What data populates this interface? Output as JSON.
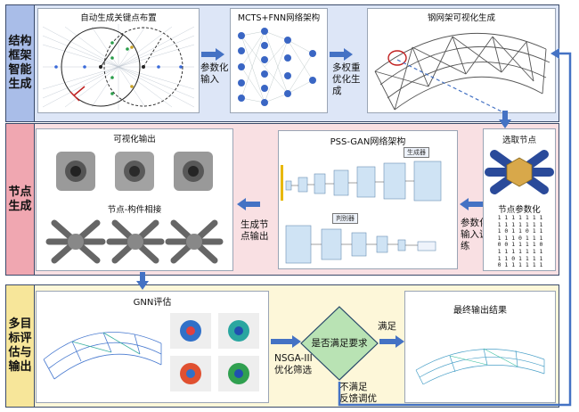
{
  "rows": {
    "structure": {
      "label": "结构\n框架\n智能\n生成"
    },
    "node": {
      "label": "节点\n生成"
    },
    "eval": {
      "label": "多目\n标评\n估与\n输出"
    }
  },
  "panels": {
    "keypoint_layout": {
      "title": "自动生成关键点布置"
    },
    "mcts_fnn": {
      "title": "MCTS+FNN网络架构"
    },
    "steel_visual": {
      "title": "钢网架可视化生成"
    },
    "visual_output": {
      "title": "可视化输出"
    },
    "node_member": {
      "title": "节点-构件相接"
    },
    "pss_gan": {
      "title": "PSS-GAN网络架构",
      "generator": "生成器",
      "discriminator": "判别器"
    },
    "select_node": {
      "title": "选取节点"
    },
    "node_param": {
      "title": "节点参数化",
      "matrix": [
        "1 1 1 1 1 1 1",
        "1 1 1 1 1 1 1",
        "1 0 1 1 0 1 1",
        "1 1 1 0 1 1 1",
        "0 0 1 1 1 1 0",
        "1 1 1 1 1 1 1",
        "1 1 0 1 1 1 1",
        "0 1 1 1 1 1 1"
      ]
    },
    "gnn": {
      "title": "GNN评估"
    },
    "final": {
      "title": "最终输出结果"
    }
  },
  "flow": {
    "param_input": "参数化\n输入",
    "multi_weight": "多权重\n优化生成",
    "param_train": "参数化\n输入训\n练",
    "gen_node_output": "生成节\n点输出",
    "nsga": "NSGA-III\n优化筛选",
    "decision": "是否满足要求",
    "satisfied": "满足",
    "not_satisfied": "不满足\n反馈调优"
  },
  "colors": {
    "row1_bg": "#dde6f7",
    "row2_bg": "#f9e0e3",
    "row3_bg": "#fdf7d9",
    "side1_bg": "#a9bde8",
    "side2_bg": "#f0a7b1",
    "side3_bg": "#f7e69a",
    "arrow": "#4472c4",
    "decision": "#b9e3b4"
  }
}
